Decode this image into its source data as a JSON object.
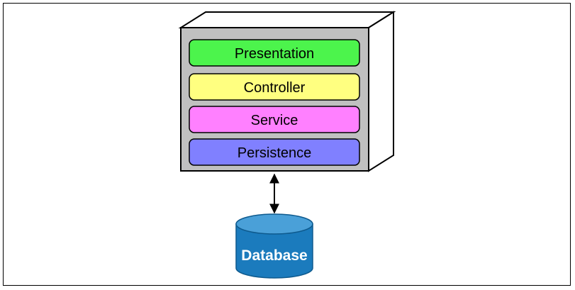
{
  "layers": [
    {
      "label": "Presentation",
      "color": "#4cf44c"
    },
    {
      "label": "Controller",
      "color": "#ffff80"
    },
    {
      "label": "Service",
      "color": "#ff80ff"
    },
    {
      "label": "Persistence",
      "color": "#8080ff"
    }
  ],
  "database": {
    "label": "Database",
    "color": "#1b7bbd",
    "top_color": "#4aa0d8"
  },
  "container_color": "#c0c0c0"
}
